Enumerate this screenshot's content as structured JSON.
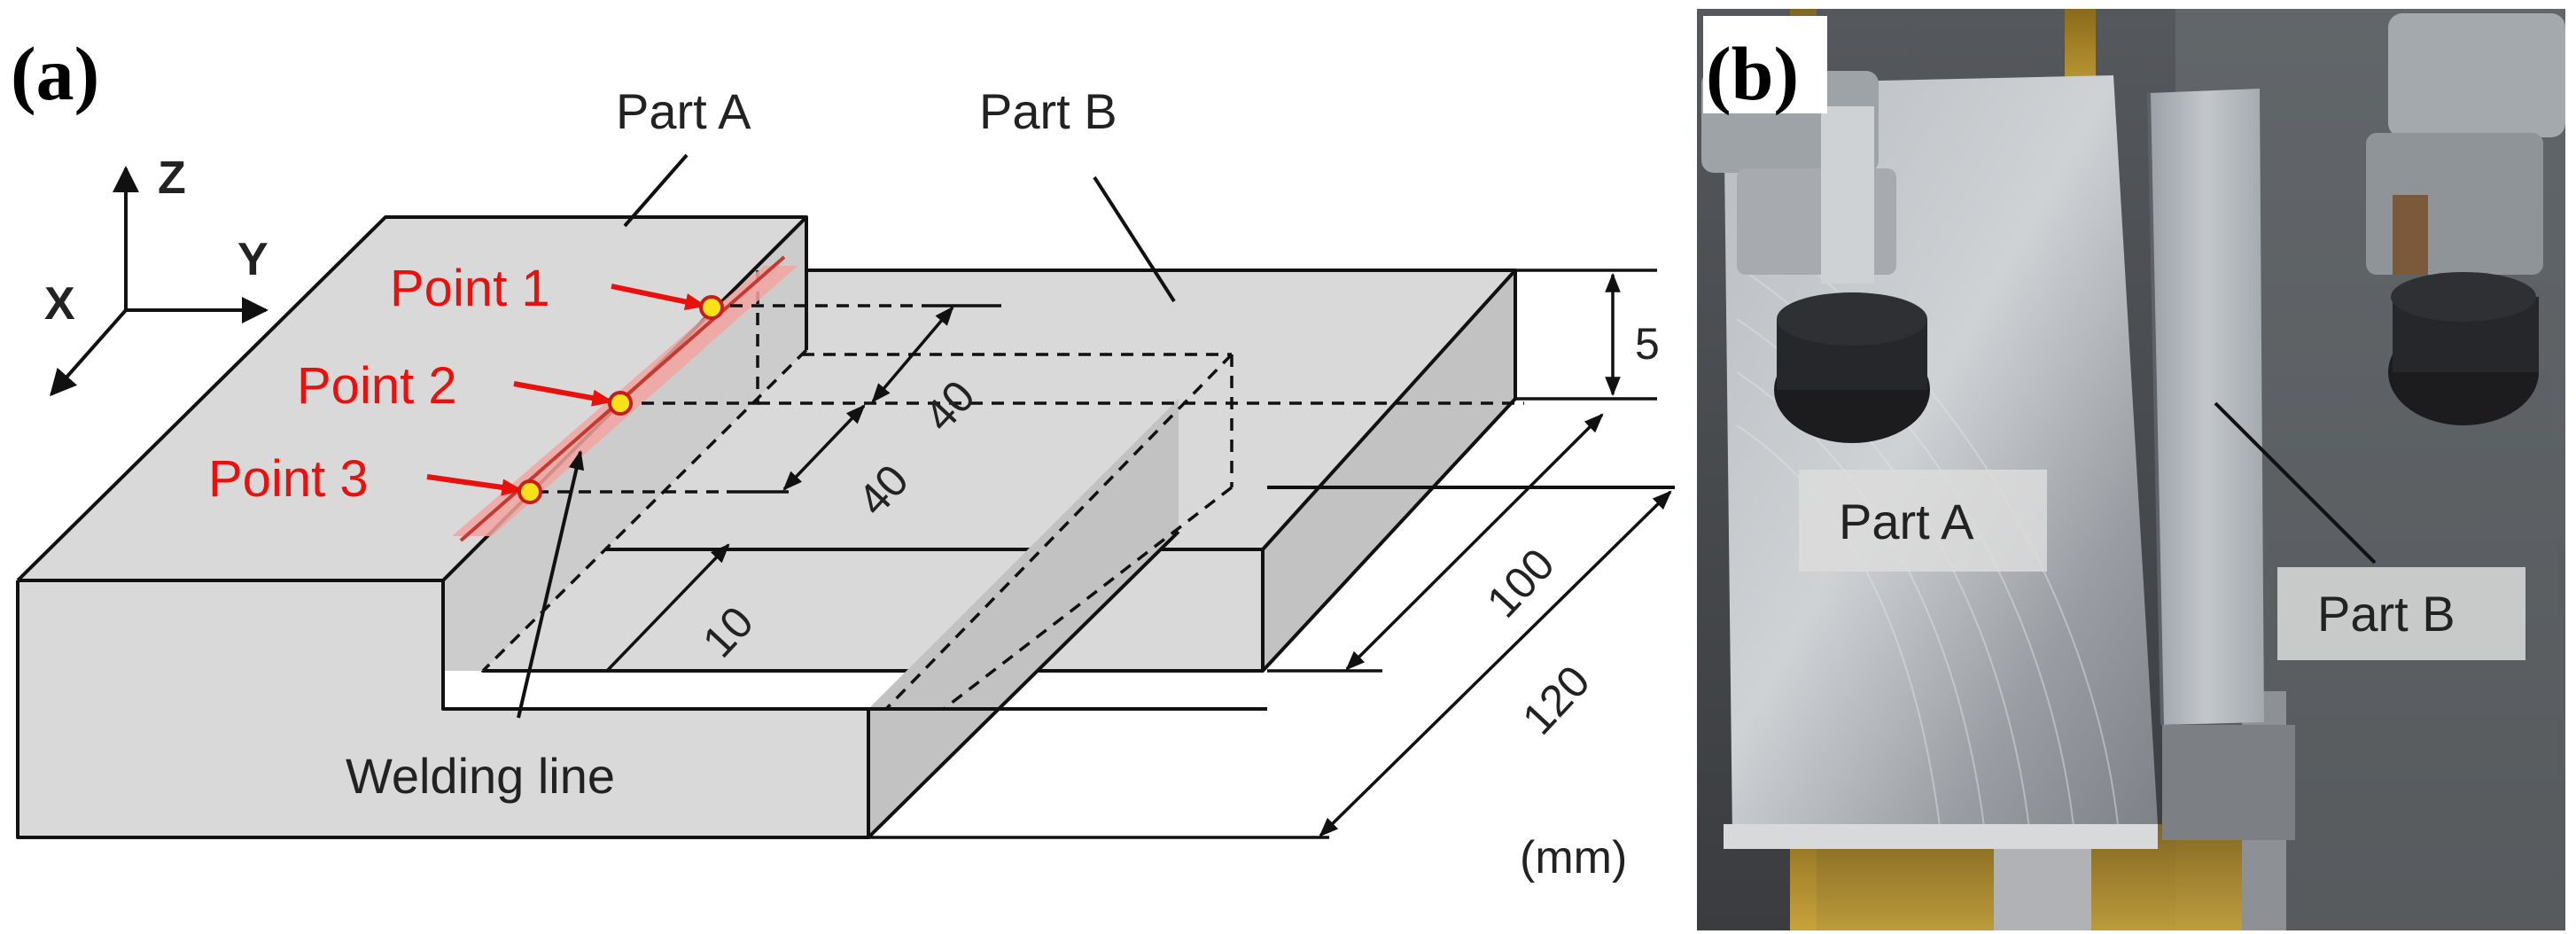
{
  "panels": {
    "a": {
      "label": "(a)",
      "axes": {
        "z": "Z",
        "y": "Y",
        "x": "X"
      },
      "parts": {
        "a": "Part A",
        "b": "Part B"
      },
      "points": [
        "Point 1",
        "Point 2",
        "Point 3"
      ],
      "welding_line": "Welding line",
      "dimensions": {
        "thickness": "5",
        "spacing_1": "40",
        "spacing_2": "40",
        "edge_offset": "10",
        "width_b": "100",
        "width_a": "120"
      },
      "unit": "(mm)"
    },
    "b": {
      "label": "(b)",
      "photo_labels": {
        "part_a": "Part A",
        "part_b": "Part B"
      }
    }
  },
  "colors": {
    "point_label": "#e8110e",
    "weld_highlight": "#f2a3a0",
    "point_fill": "#f7e11a",
    "part_face": "#d9d9d9",
    "part_side": "#c2c2c2"
  }
}
